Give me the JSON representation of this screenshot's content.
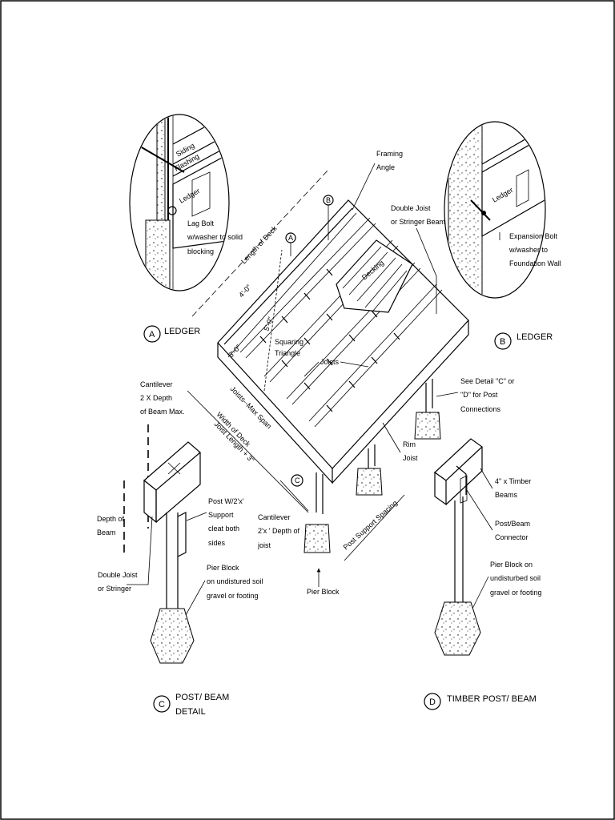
{
  "ledger_a": {
    "siding": "Siding",
    "flashing": "Flashing",
    "ledger": "Ledger",
    "lag_bolt": [
      "Lag Bolt",
      "w/washer to solid",
      "blocking"
    ],
    "marker": "A",
    "title": "LEDGER"
  },
  "ledger_b": {
    "ledger": "Ledger",
    "expansion_bolt": [
      "Expansion Bolt",
      "w/washer to",
      "Foundation Wall"
    ],
    "marker": "B",
    "title": "LEDGER"
  },
  "deck": {
    "framing_angle": [
      "Framing",
      "Angle"
    ],
    "double_joist": [
      "Double Joist",
      "or Stringer Beam"
    ],
    "length_of_deck": "Length of Deck",
    "four_ft": "4'-0\"",
    "three_ft": "3'-0\"",
    "five_ft": "5'-0\"",
    "squaring_triangle": [
      "Squaring",
      "Triangle"
    ],
    "decking": "Decking",
    "joists": "Joists",
    "joists_max_span": "Joists--Max Span",
    "width_of_deck": "Width of Deck",
    "joist_length": "Joist Length + 3\"",
    "see_detail": [
      "See Detail \"C\" or",
      "\"D\" for Post",
      "Connections"
    ],
    "rim_joist": [
      "Rim",
      "Joist"
    ],
    "post_support_spacing": "Post Support Spacing",
    "pier_block": "Pier Block",
    "cantilever_joist": [
      "Cantilever",
      "2'x ' Depth of",
      "joist"
    ],
    "marker_a": "A",
    "marker_b": "B",
    "marker_c": "C"
  },
  "detail_c": {
    "cantilever_beam": [
      "Cantilever",
      "2 X Depth",
      "of Beam Max."
    ],
    "depth_of_beam": [
      "Depth of",
      "Beam"
    ],
    "post_cleat": [
      "Post W/2'x'",
      "Support",
      "cleat both",
      "sides"
    ],
    "double_joist": [
      "Double Joist",
      "or Stringer"
    ],
    "pier_block": [
      "Pier Block",
      "on undistured soil",
      "gravel or footing"
    ],
    "marker": "C",
    "title": [
      "POST/ BEAM",
      "DETAIL"
    ]
  },
  "detail_d": {
    "timber_beams": [
      "4\" x  Timber",
      "Beams"
    ],
    "connector": [
      "Post/Beam",
      "Connector"
    ],
    "pier_block": [
      "Pier Block on",
      "undisturbed soil",
      "gravel or footing"
    ],
    "marker": "D",
    "title": "TIMBER POST/ BEAM"
  }
}
